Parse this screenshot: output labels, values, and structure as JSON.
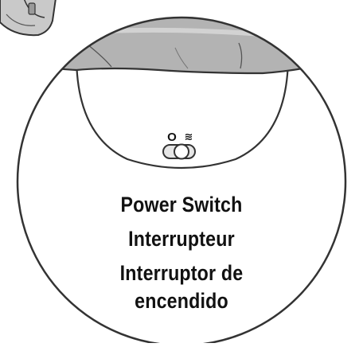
{
  "labels": {
    "english": "Power Switch",
    "french": "Interrupteur",
    "spanish_line1": "Interruptor de",
    "spanish_line2": "encendido"
  },
  "switch": {
    "off_symbol": "O",
    "on_symbol": "≋",
    "position": "off"
  },
  "icons": {
    "off": "power-off-circle-icon",
    "on": "wavy-lines-icon"
  },
  "colors": {
    "outline": "#333333",
    "cover_fill": "#b3b3b3",
    "switch_body": "#e6e6e6",
    "switch_knob": "#ffffff"
  }
}
